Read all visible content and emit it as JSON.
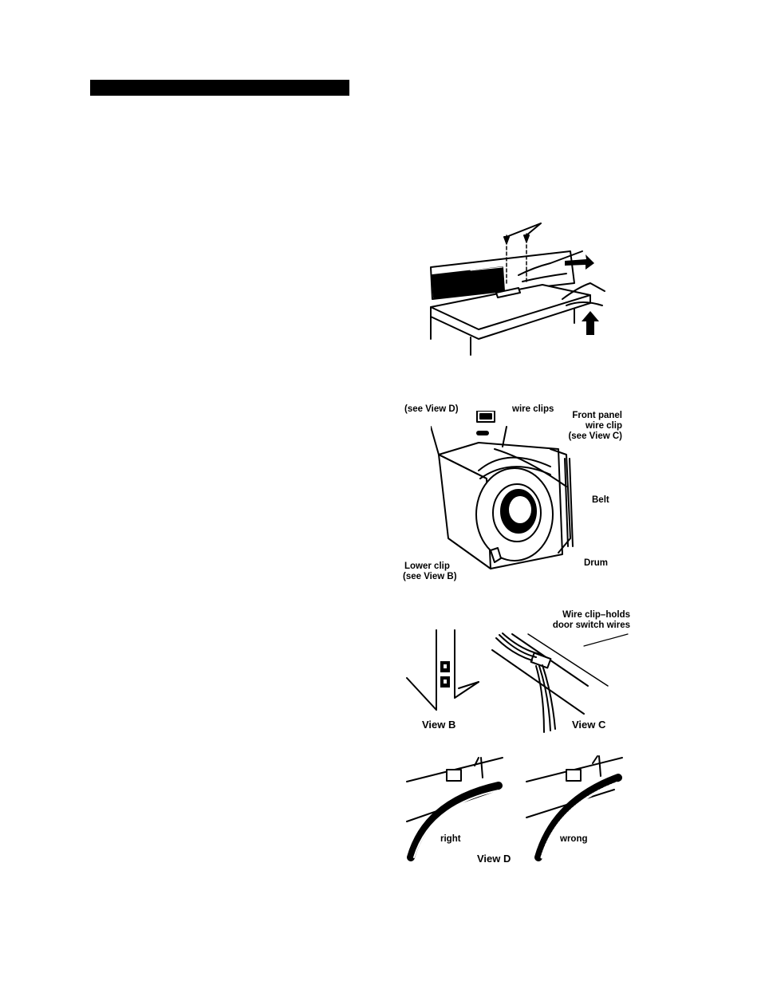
{
  "figures": {
    "fig2": {
      "label_view_d_ref": "(see View D)",
      "label_wire_clips": "wire clips",
      "label_front_panel_l1": "Front panel",
      "label_front_panel_l2": "wire clip",
      "label_front_panel_l3": "(see View C)",
      "label_belt": "Belt",
      "label_drum": "Drum",
      "label_lower_clip_l1": "Lower clip",
      "label_lower_clip_l2": "(see View B)"
    },
    "fig3": {
      "label_view_b": "View B",
      "label_view_c": "View C",
      "label_wire_clip_l1": "Wire clip–holds",
      "label_wire_clip_l2": "door switch wires"
    },
    "fig4": {
      "label_right": "right",
      "label_wrong": "wrong",
      "label_view_d": "View D"
    }
  }
}
